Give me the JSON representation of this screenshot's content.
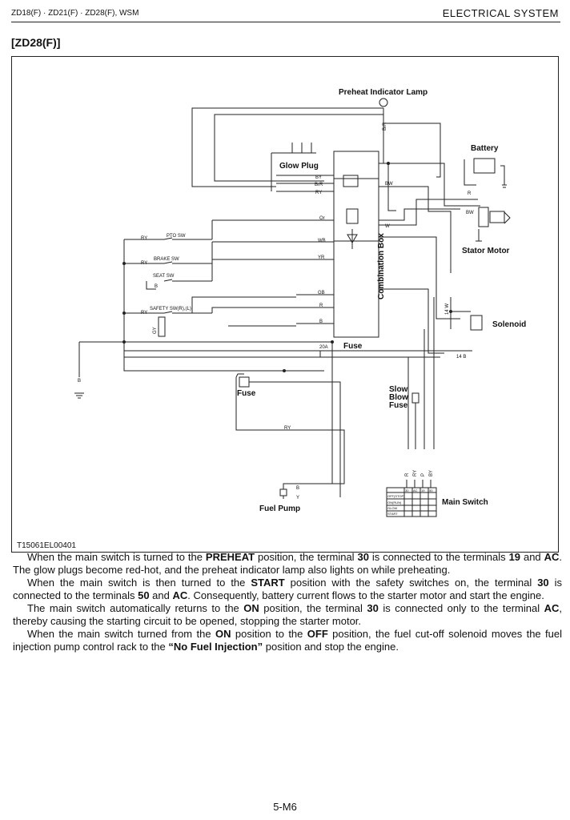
{
  "header": {
    "left": "ZD18(F) · ZD21(F) · ZD28(F), WSM",
    "right": "ELECTRICAL SYSTEM"
  },
  "section_title": "[ZD28(F)]",
  "diagram": {
    "figure_id": "T15061EL00401",
    "components": {
      "preheat_lamp": "Preheat Indicator Lamp",
      "glow_plug": "Glow Plug",
      "battery": "Battery",
      "starter_motor": "Stator Motor",
      "solenoid": "Solenoid",
      "combination_box": "Combination Box",
      "fuse_20a": "Fuse",
      "fuse_20a_rating": "20A",
      "fuse": "Fuse",
      "slow_blow_fuse_1": "Slow",
      "slow_blow_fuse_2": "Blow",
      "slow_blow_fuse_3": "Fuse",
      "fuel_pump": "Fuel Pump",
      "main_switch": "Main Switch"
    },
    "switches": {
      "pto": "PTO SW",
      "brake": "BRAKE SW",
      "seat": "SEAT SW",
      "safety": "SAFETY SW(R),(L)"
    },
    "wire_codes": {
      "ry1": "RY",
      "ry2": "RY",
      "ry3": "RY",
      "b1": "B",
      "gy": "GY",
      "by": "BY",
      "brr": "BrR",
      "ry4": "RY",
      "bw1": "BW",
      "or": "Or",
      "w1": "W",
      "wb": "WB",
      "yr": "YR",
      "gb": "GB",
      "r1": "R",
      "b2": "B",
      "r2": "R",
      "bw2": "BW",
      "w14": "14 W",
      "b14": "14 B",
      "b_ground": "B",
      "ry_fuel": "RY",
      "b_pump": "B",
      "y_pump": "Y",
      "brr_top": "BrR",
      "ms_r": "R",
      "ms_ry": "RY",
      "ms_p": "P",
      "ms_by": "BY"
    },
    "main_switch_table": {
      "columns": [
        "30",
        "AC",
        "19",
        "50"
      ],
      "rows": [
        "OFF(STOP)",
        "ON(RUN)",
        "GLOW",
        "START"
      ]
    }
  },
  "paragraphs": [
    [
      {
        "t": "When the main switch is turned to the ",
        "b": false
      },
      {
        "t": "PREHEAT",
        "b": true
      },
      {
        "t": " position, the terminal ",
        "b": false
      },
      {
        "t": "30",
        "b": true
      },
      {
        "t": " is connected to the terminals ",
        "b": false
      },
      {
        "t": "19",
        "b": true
      },
      {
        "t": " and ",
        "b": false
      },
      {
        "t": "AC",
        "b": true
      },
      {
        "t": ". The glow plugs become red-hot, and the preheat indicator lamp also lights on while preheating.",
        "b": false
      }
    ],
    [
      {
        "t": "When the main switch is then turned to the ",
        "b": false
      },
      {
        "t": "START",
        "b": true
      },
      {
        "t": " position with the safety switches on, the terminal ",
        "b": false
      },
      {
        "t": "30",
        "b": true
      },
      {
        "t": " is connected to the terminals ",
        "b": false
      },
      {
        "t": "50",
        "b": true
      },
      {
        "t": " and ",
        "b": false
      },
      {
        "t": "AC",
        "b": true
      },
      {
        "t": ". Consequently, battery current flows to the starter motor and start the engine.",
        "b": false
      }
    ],
    [
      {
        "t": "The main switch automatically returns to the ",
        "b": false
      },
      {
        "t": "ON",
        "b": true
      },
      {
        "t": " position, the terminal ",
        "b": false
      },
      {
        "t": "30",
        "b": true
      },
      {
        "t": " is connected only to the terminal ",
        "b": false
      },
      {
        "t": "AC",
        "b": true
      },
      {
        "t": ", thereby causing the starting circuit to be opened, stopping the starter motor.",
        "b": false
      }
    ],
    [
      {
        "t": "When the main switch turned from the ",
        "b": false
      },
      {
        "t": "ON",
        "b": true
      },
      {
        "t": " position to the ",
        "b": false
      },
      {
        "t": "OFF",
        "b": true
      },
      {
        "t": " position, the fuel cut-off solenoid moves the fuel injection pump control rack to the ",
        "b": false
      },
      {
        "t": "“No Fuel Injection”",
        "b": true
      },
      {
        "t": " position and stop the engine.",
        "b": false
      }
    ]
  ],
  "page_number": "5-M6"
}
